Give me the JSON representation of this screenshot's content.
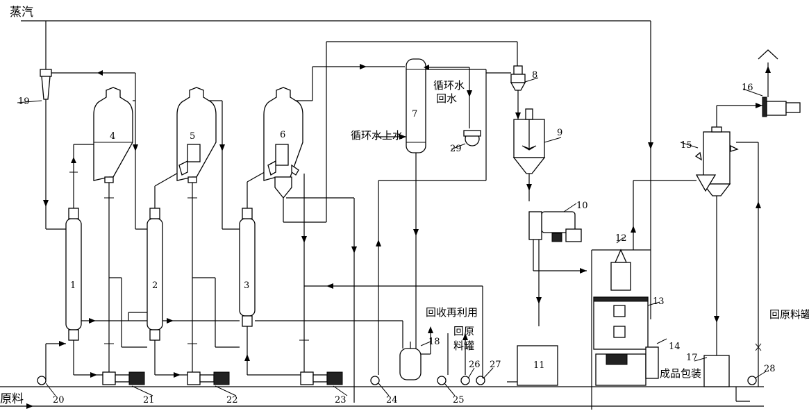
{
  "labels": {
    "steam": "蒸汽",
    "raw_material": "原料",
    "cooling_water_in": "循环水上水",
    "cooling_water_return_line1": "循环水",
    "cooling_water_return_line2": "回水",
    "recycle_reuse": "回收再利用",
    "return_tank_line1": "回原",
    "return_tank_line2": "料罐",
    "product_packaging": "成品包装",
    "return_raw_tank": "回原料罐"
  },
  "equipment_numbers": {
    "n1": "1",
    "n2": "2",
    "n3": "3",
    "n4": "4",
    "n5": "5",
    "n6": "6",
    "n7": "7",
    "n8": "8",
    "n9": "9",
    "n10": "10",
    "n11": "11",
    "n12": "12",
    "n13": "13",
    "n14": "14",
    "n15": "15",
    "n16": "16",
    "n17": "17",
    "n18": "18",
    "n19": "19",
    "n20": "20",
    "n21": "21",
    "n22": "22",
    "n23": "23",
    "n24": "24",
    "n25": "25",
    "n26": "26",
    "n27": "27",
    "n28": "28",
    "n29": "29"
  }
}
